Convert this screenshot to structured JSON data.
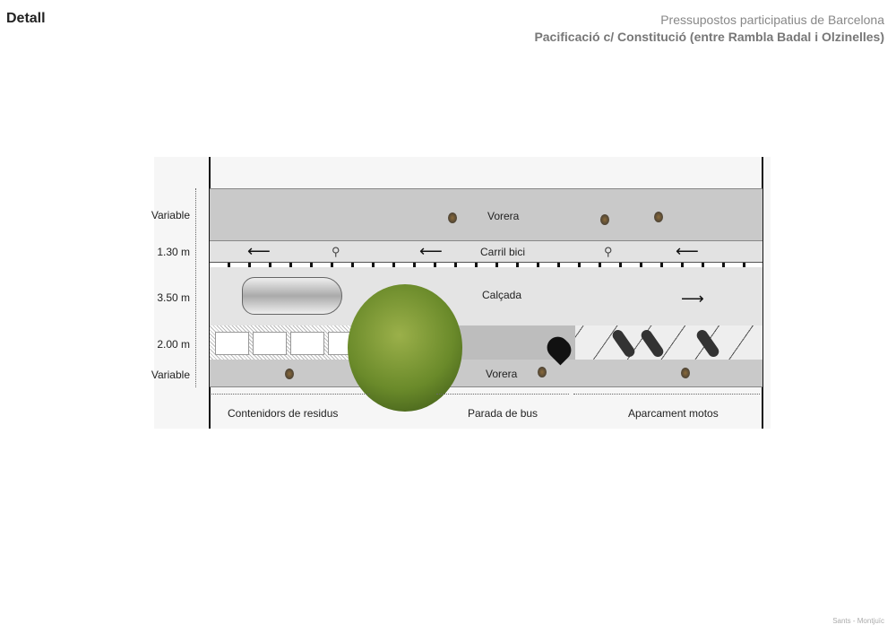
{
  "header": {
    "section": "Detall",
    "title": "Pressupostos participatius de Barcelona",
    "subtitle": "Pacificació c/ Constitució (entre Rambla Badal i Olzinelles)"
  },
  "footer": {
    "district": "Sants - Montjuïc"
  },
  "diagram": {
    "dimensions": [
      "Variable",
      "1.30 m",
      "3.50 m",
      "2.00 m",
      "Variable"
    ],
    "bands": {
      "vorera_top": "Vorera",
      "carril_bici": "Carril bici",
      "calcada": "Calçada",
      "vorera_bottom": "Vorera"
    },
    "zones": [
      "Contenidors de residus",
      "Parada de bus",
      "Aparcament motos"
    ],
    "icons": [
      "bicycle-icon",
      "bus-stop-icon",
      "tree-icon",
      "car-icon",
      "motorcycle-icon",
      "pedestrian-icon"
    ]
  }
}
